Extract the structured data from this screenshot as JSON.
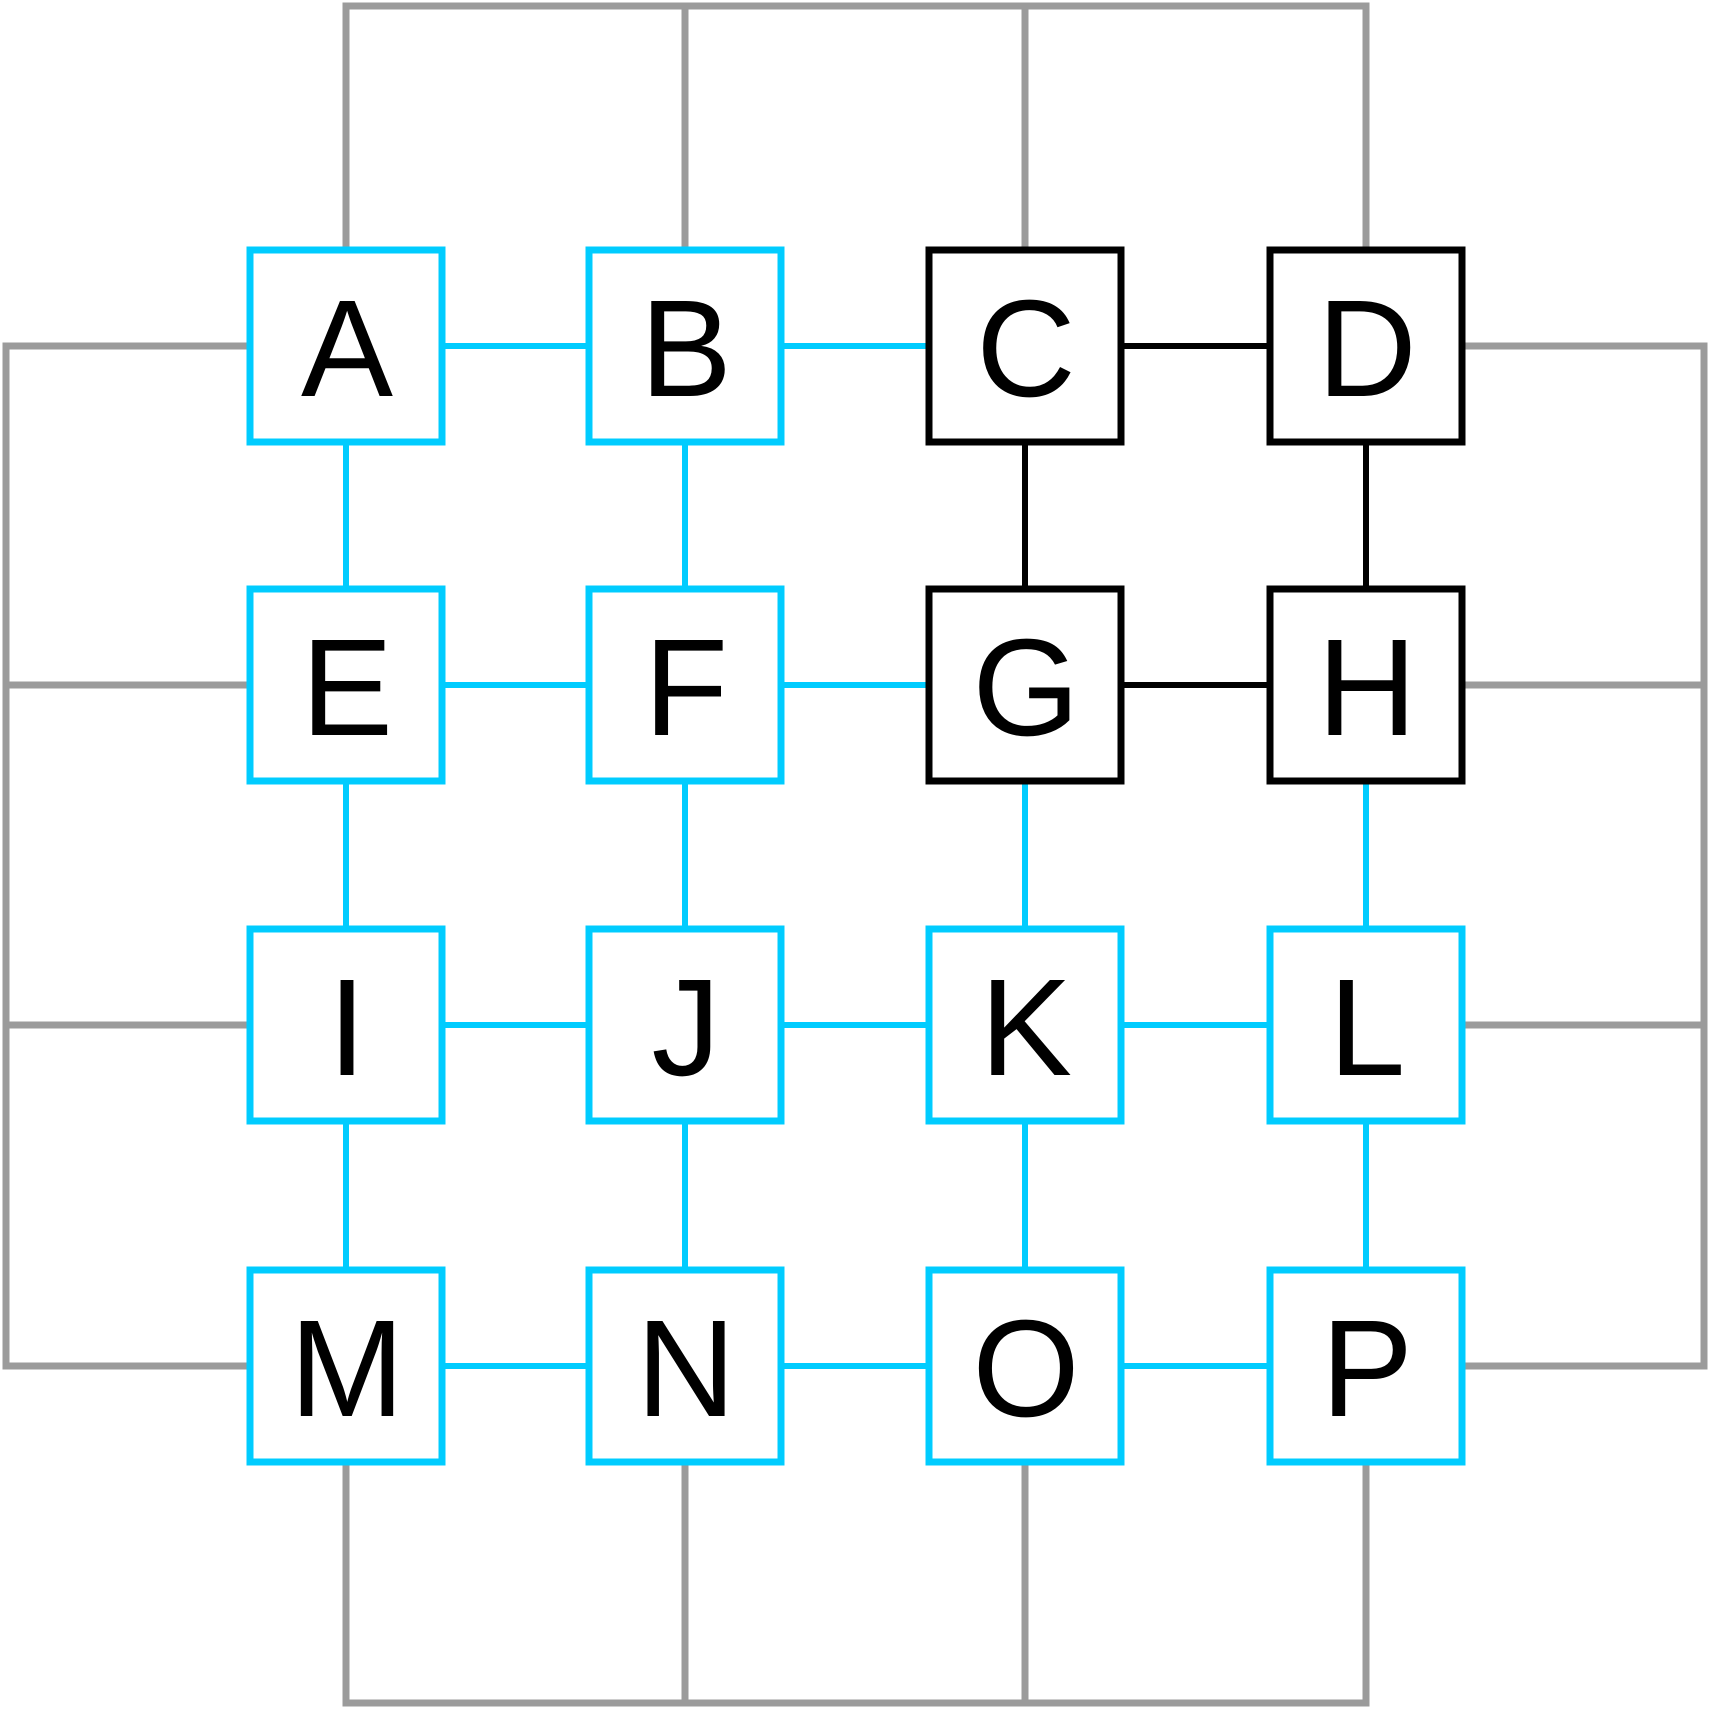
{
  "colors": {
    "background": "#ffffff",
    "wrap": "#9b9b9b",
    "cyan": "#00ccff",
    "black": "#000000",
    "text": "#000000"
  },
  "grid": {
    "rows": 4,
    "cols": 4,
    "nodes": [
      {
        "label": "A",
        "color": "cyan"
      },
      {
        "label": "B",
        "color": "cyan"
      },
      {
        "label": "C",
        "color": "black"
      },
      {
        "label": "D",
        "color": "black"
      },
      {
        "label": "E",
        "color": "cyan"
      },
      {
        "label": "F",
        "color": "cyan"
      },
      {
        "label": "G",
        "color": "black"
      },
      {
        "label": "H",
        "color": "black"
      },
      {
        "label": "I",
        "color": "cyan"
      },
      {
        "label": "J",
        "color": "cyan"
      },
      {
        "label": "K",
        "color": "cyan"
      },
      {
        "label": "L",
        "color": "cyan"
      },
      {
        "label": "M",
        "color": "cyan"
      },
      {
        "label": "N",
        "color": "cyan"
      },
      {
        "label": "O",
        "color": "cyan"
      },
      {
        "label": "P",
        "color": "cyan"
      }
    ],
    "links": [
      {
        "from": "A",
        "to": "B",
        "color": "cyan"
      },
      {
        "from": "B",
        "to": "C",
        "color": "cyan"
      },
      {
        "from": "C",
        "to": "D",
        "color": "black"
      },
      {
        "from": "E",
        "to": "F",
        "color": "cyan"
      },
      {
        "from": "F",
        "to": "G",
        "color": "cyan"
      },
      {
        "from": "G",
        "to": "H",
        "color": "black"
      },
      {
        "from": "I",
        "to": "J",
        "color": "cyan"
      },
      {
        "from": "J",
        "to": "K",
        "color": "cyan"
      },
      {
        "from": "K",
        "to": "L",
        "color": "cyan"
      },
      {
        "from": "M",
        "to": "N",
        "color": "cyan"
      },
      {
        "from": "N",
        "to": "O",
        "color": "cyan"
      },
      {
        "from": "O",
        "to": "P",
        "color": "cyan"
      },
      {
        "from": "A",
        "to": "E",
        "color": "cyan"
      },
      {
        "from": "E",
        "to": "I",
        "color": "cyan"
      },
      {
        "from": "I",
        "to": "M",
        "color": "cyan"
      },
      {
        "from": "B",
        "to": "F",
        "color": "cyan"
      },
      {
        "from": "F",
        "to": "J",
        "color": "cyan"
      },
      {
        "from": "J",
        "to": "N",
        "color": "cyan"
      },
      {
        "from": "C",
        "to": "G",
        "color": "black"
      },
      {
        "from": "G",
        "to": "K",
        "color": "cyan"
      },
      {
        "from": "K",
        "to": "O",
        "color": "cyan"
      },
      {
        "from": "D",
        "to": "H",
        "color": "black"
      },
      {
        "from": "H",
        "to": "L",
        "color": "cyan"
      },
      {
        "from": "L",
        "to": "P",
        "color": "cyan"
      }
    ],
    "wraparound": true
  }
}
